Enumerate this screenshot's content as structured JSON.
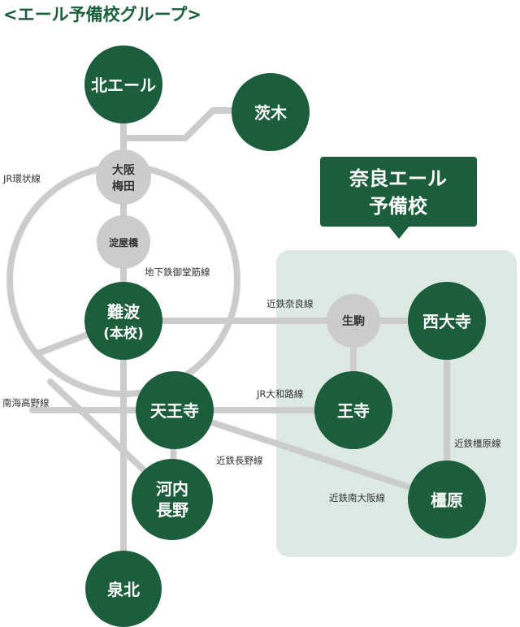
{
  "title": "<エール予備校グループ>",
  "callout": {
    "line1": "奈良エール",
    "line2": "予備校"
  },
  "stations": {
    "kita_ale": "北エール",
    "ibaraki": "茨木",
    "namba_1": "難波",
    "namba_2": "(本校)",
    "tennoji": "天王寺",
    "kawachi_1": "河内",
    "kawachi_2": "長野",
    "senboku": "泉北",
    "saidaiji": "西大寺",
    "oji": "王寺",
    "kashihara": "橿原"
  },
  "hubs": {
    "osaka_umeda_1": "大阪",
    "osaka_umeda_2": "梅田",
    "yodoyabashi": "淀屋橋",
    "ikoma": "生駒"
  },
  "lines": {
    "jr_loop": "JR環状線",
    "subway_midosuji": "地下鉄御堂筋線",
    "kintetsu_nara": "近鉄奈良線",
    "nankai_koya": "南海高野線",
    "jr_yamatoji": "JR大和路線",
    "kintetsu_nagano": "近鉄長野線",
    "kintetsu_kashihara": "近鉄橿原線",
    "kintetsu_minami_osaka": "近鉄南大阪線"
  },
  "colors": {
    "station": "#1c5e3c",
    "hub": "#cccccc",
    "line": "#cccccc",
    "region": "#dde9e3",
    "title": "#1c5e3c"
  }
}
